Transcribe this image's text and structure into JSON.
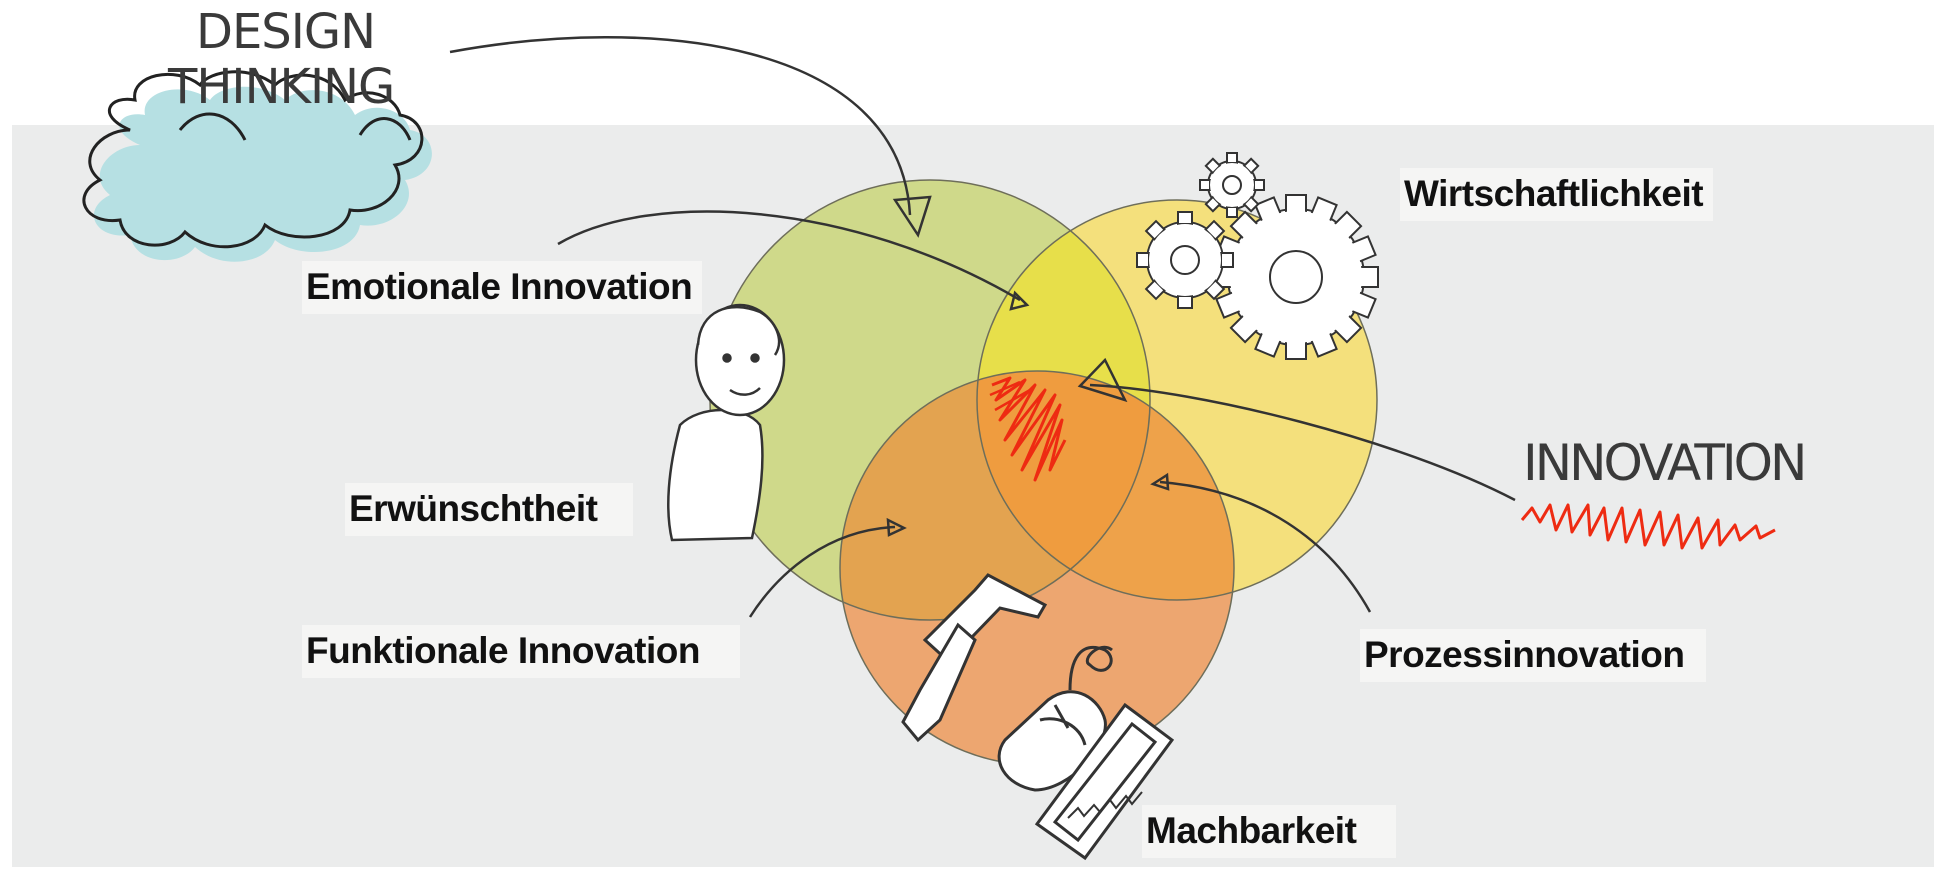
{
  "cloud": {
    "line1": "DESIGN",
    "line2": "THINKING"
  },
  "innovation_label": "INNOVATION",
  "labels": {
    "emotional": "Emotionale Innovation",
    "economy": "Wirtschaftlichkeit",
    "desirability": "Erwünschtheit",
    "functional": "Funktionale Innovation",
    "process": "Prozessinnovation",
    "feasibility": "Machbarkeit"
  },
  "colors": {
    "panel": "#ebecec",
    "green_circle": "#cfd98a",
    "yellow_circle": "#f4e07c",
    "orange_circle": "#eda670",
    "cloud": "#b6e0e3",
    "scribble": "#ee2b12"
  },
  "icons": [
    "cloud-icon",
    "person-icon",
    "gears-icon",
    "hammer-icon",
    "mouse-icon",
    "keyboard-icon"
  ]
}
